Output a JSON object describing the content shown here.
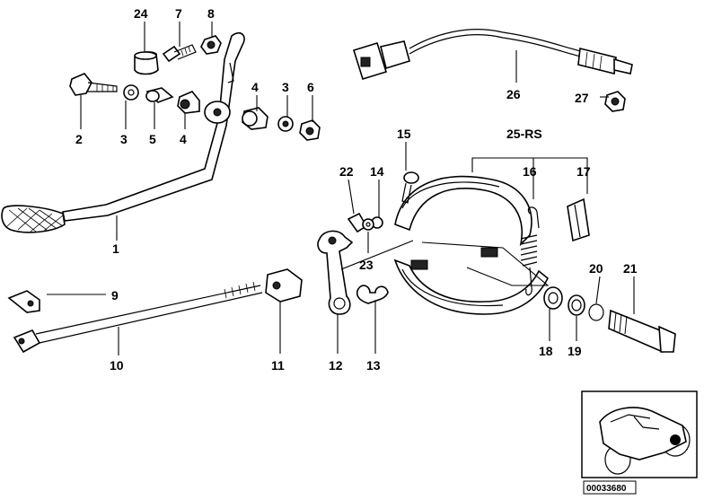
{
  "callouts": {
    "c24": "24",
    "c7": "7",
    "c8": "8",
    "c2": "2",
    "c3a": "3",
    "c5": "5",
    "c4a": "4",
    "c4b": "4",
    "c3b": "3",
    "c6": "6",
    "c1": "1",
    "c26": "26",
    "c27": "27",
    "c15": "15",
    "c25": "25-RS",
    "c22": "22",
    "c14": "14",
    "c16": "16",
    "c17": "17",
    "c23": "23",
    "c20": "20",
    "c21": "21",
    "c9": "9",
    "c10": "10",
    "c11": "11",
    "c12": "12",
    "c13": "13",
    "c18": "18",
    "c19": "19"
  },
  "inset": {
    "part_number": "00033680"
  }
}
